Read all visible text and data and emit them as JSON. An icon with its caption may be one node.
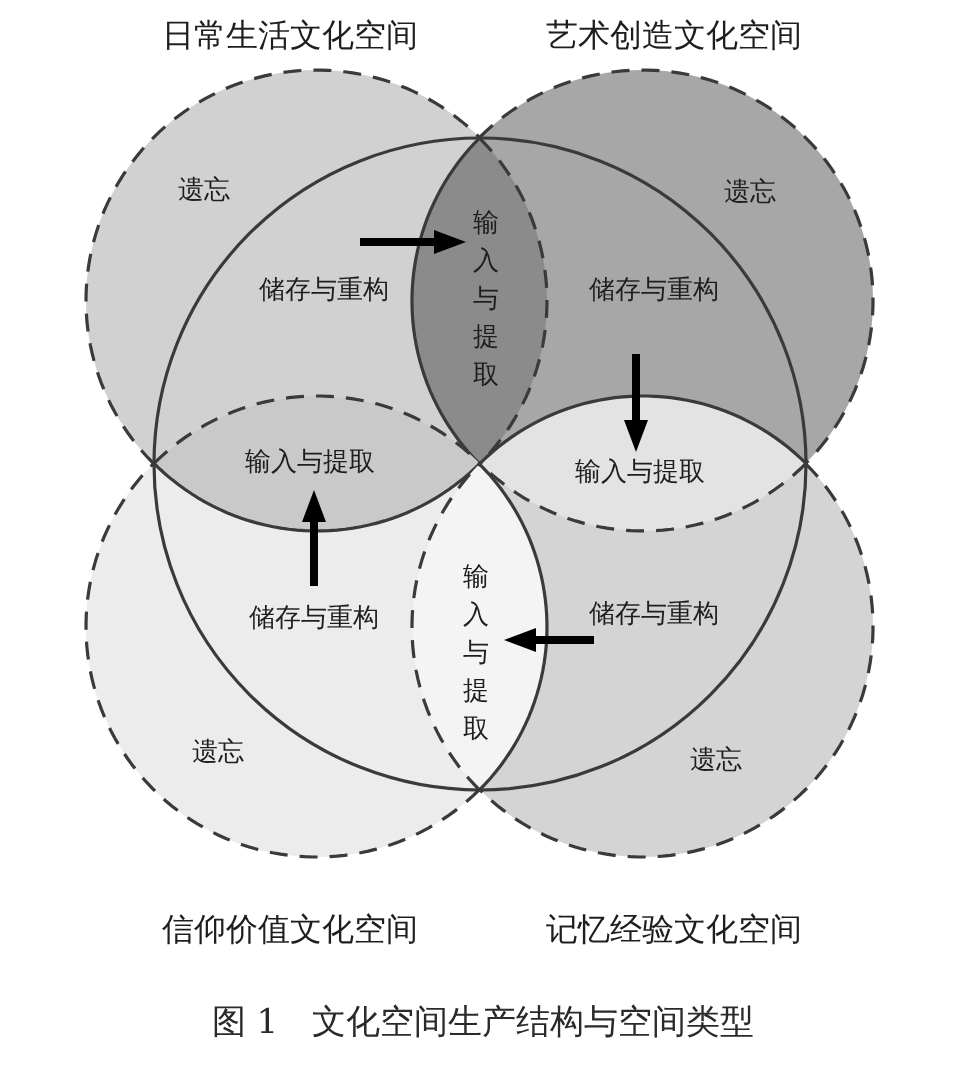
{
  "diagram": {
    "caption": "图 1　文化空间生产结构与空间类型",
    "nodes": [
      {
        "text": [
          "日常生活文化空间",
          "遗忘"
        ]
      },
      {
        "text": [
          "储存与重构"
        ],
        "in": 0
      },
      {
        "text": [
          "输入与提取"
        ]
      },
      {
        "text": [
          "艺术创造文化空间",
          "遗忘"
        ]
      },
      {
        "text": [
          "储存与重构"
        ],
        "in": 3
      },
      {
        "text": [
          "输入与提取"
        ]
      },
      {
        "text": [
          "输入与提取"
        ]
      },
      {
        "text": [
          "遗忘",
          "信仰价值文化空间"
        ]
      },
      {
        "text": [
          "储存与重构"
        ],
        "in": 7
      },
      {
        "text": [
          "输入与提取"
        ]
      },
      {
        "text": [
          "遗忘",
          "记忆经验文化空间"
        ]
      },
      {
        "text": [
          "储存与重构"
        ],
        "in": 10
      }
    ],
    "edges": [
      {
        "from": 1,
        "to": 2,
        "arrow": "to"
      },
      {
        "from": 4,
        "to": 6,
        "arrow": "to"
      },
      {
        "from": 8,
        "to": 5,
        "arrow": "to"
      },
      {
        "from": 11,
        "to": 9,
        "arrow": "to"
      }
    ]
  }
}
